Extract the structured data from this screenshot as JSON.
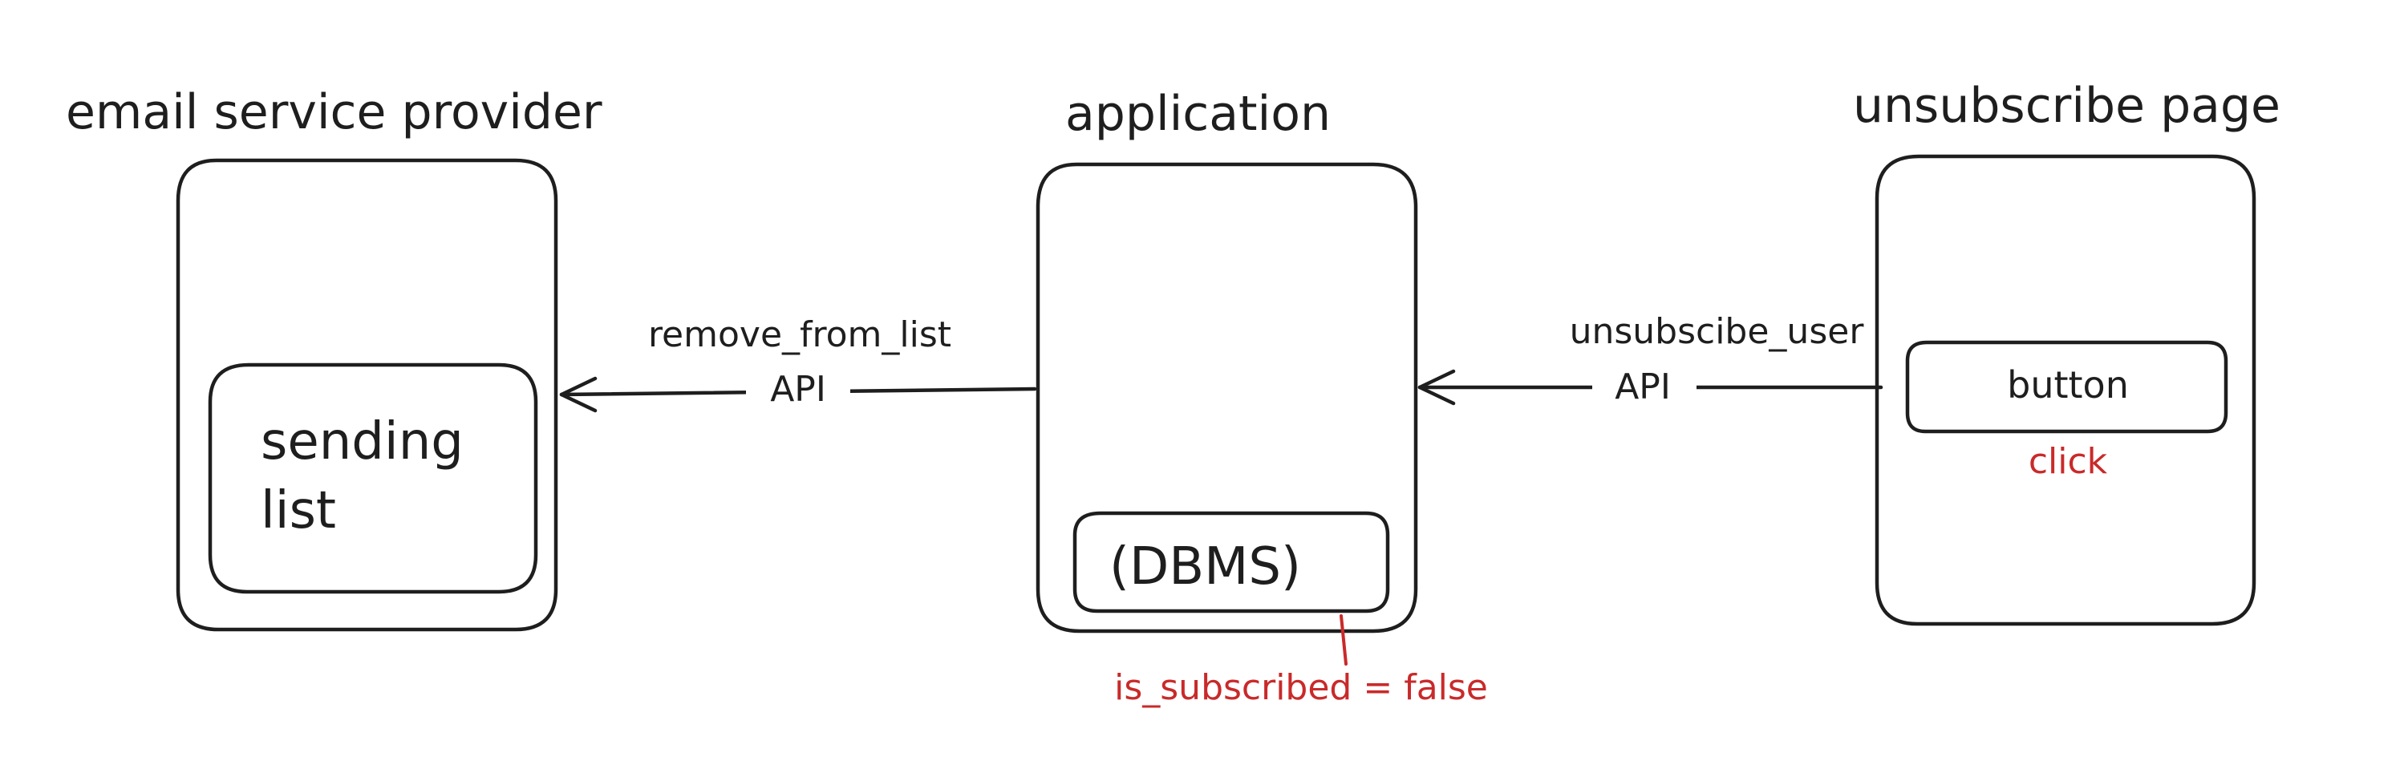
{
  "nodes": {
    "esp": {
      "title": "email service provider",
      "inner_line1": "sending",
      "inner_line2": "list"
    },
    "app": {
      "title": "application",
      "inner": "(DBMS)"
    },
    "unsub": {
      "title": "unsubscribe page",
      "button": "button",
      "action": "click"
    }
  },
  "edges": {
    "app_to_esp": {
      "name": "remove_from_list",
      "kind": "API"
    },
    "unsub_to_app": {
      "name": "unsubscibe_user",
      "kind": "API"
    }
  },
  "annotation": {
    "text": "is_subscribed = false"
  },
  "colors": {
    "ink": "#1e1e1e",
    "accent": "#c92a2a",
    "background": "#ffffff"
  }
}
